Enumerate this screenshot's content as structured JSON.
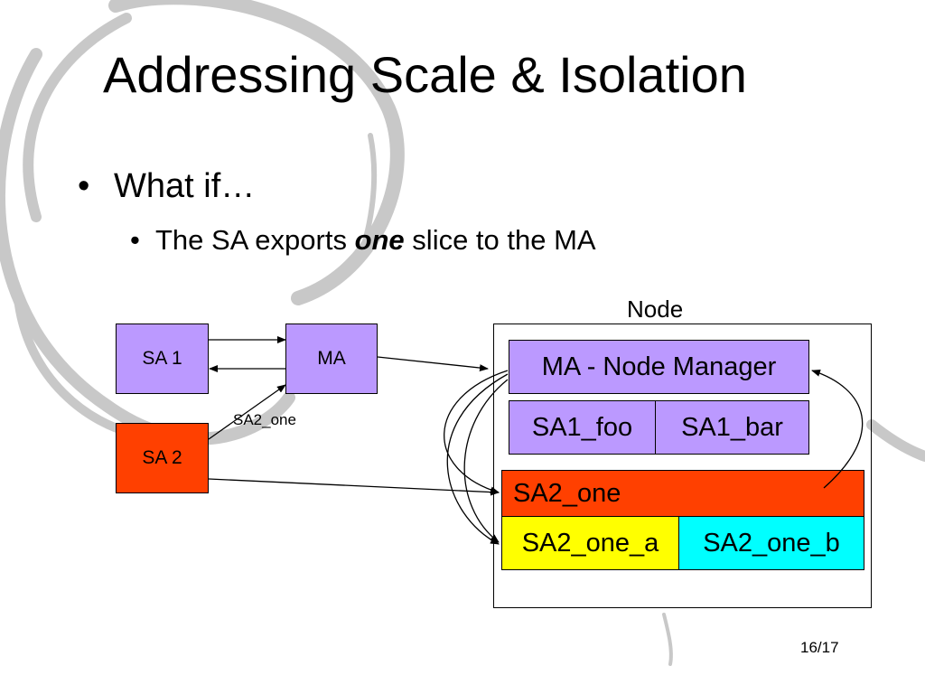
{
  "slide": {
    "title": "Addressing Scale & Isolation",
    "bullet_marker": "•",
    "bullet1": "What if…",
    "bullet2_before": "The SA exports ",
    "bullet2_emph": "one",
    "bullet2_after": " slice to the MA",
    "page": "16/17"
  },
  "diagram": {
    "sa1": "SA 1",
    "ma": "MA",
    "sa2": "SA 2",
    "edge_label": "SA2_one",
    "node_label": "Node",
    "node_manager": "MA - Node Manager",
    "sa1_foo": "SA1_foo",
    "sa1_bar": "SA1_bar",
    "sa2_one": "SA2_one",
    "sa2_one_a": "SA2_one_a",
    "sa2_one_b": "SA2_one_b"
  },
  "colors": {
    "purple": "#bb99ff",
    "red_orange": "#ff4000",
    "yellow": "#ffff00",
    "cyan": "#00ffff",
    "swirl": "#c8c8c8"
  }
}
